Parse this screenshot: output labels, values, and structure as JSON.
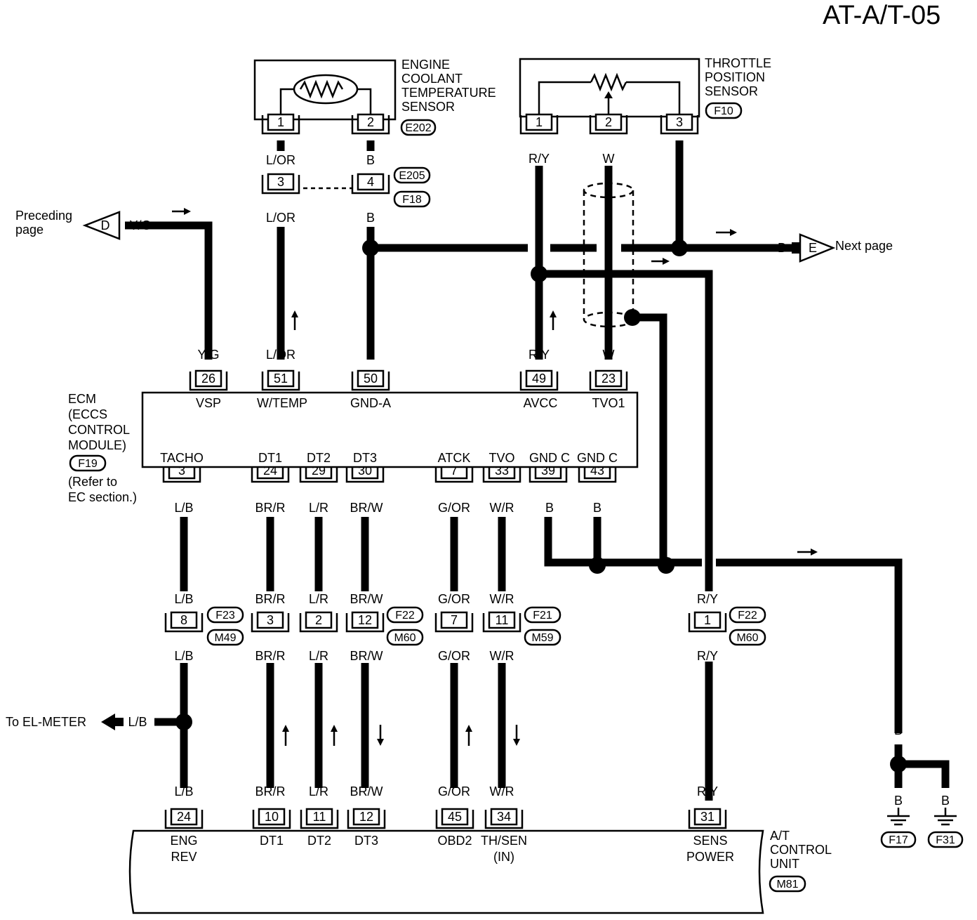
{
  "page_title": "AT-A/T-05",
  "components": {
    "ect_sensor": {
      "name": [
        "ENGINE",
        "COOLANT",
        "TEMPERATURE",
        "SENSOR"
      ],
      "connector": "E202"
    },
    "tps": {
      "name": [
        "THROTTLE",
        "POSITION",
        "SENSOR"
      ],
      "connector": "F10"
    },
    "ecm": {
      "name": [
        "ECM",
        "(ECCS",
        "CONTROL",
        "MODULE)"
      ],
      "connector": "F19",
      "note": [
        "(Refer to",
        "EC section.)"
      ]
    },
    "tcu": {
      "name": [
        "A/T",
        "CONTROL",
        "UNIT"
      ],
      "connector": "M81"
    }
  },
  "connector_ids": {
    "e205": "E205",
    "f18": "F18",
    "f23": "F23",
    "m49": "M49",
    "f22a": "F22",
    "m60a": "M60",
    "f21": "F21",
    "m59": "M59",
    "f22b": "F22",
    "m60b": "M60",
    "f17": "F17",
    "f31": "F31"
  },
  "pins": {
    "ect1": "1",
    "ect2": "2",
    "j3": "3",
    "j4": "4",
    "tps1": "1",
    "tps2": "2",
    "tps3": "3",
    "ecm26": "26",
    "ecm51": "51",
    "ecm50": "50",
    "ecm49": "49",
    "ecm23": "23",
    "ecm3": "3",
    "ecm24": "24",
    "ecm29": "29",
    "ecm30": "30",
    "ecm7": "7",
    "ecm33": "33",
    "ecm39": "39",
    "ecm43": "43",
    "m8": "8",
    "m3": "3",
    "m2": "2",
    "m12": "12",
    "m7": "7",
    "m11": "11",
    "m1": "1",
    "t24": "24",
    "t10": "10",
    "t11": "11",
    "t12": "12",
    "t45": "45",
    "t34": "34",
    "t31": "31"
  },
  "ecm_terms_top": {
    "vsp": "VSP",
    "wtemp": "W/TEMP",
    "gnda": "GND-A",
    "avcc": "AVCC",
    "tvo1": "TVO1"
  },
  "ecm_terms_bottom": {
    "tacho": "TACHO",
    "dt1": "DT1",
    "dt2": "DT2",
    "dt3": "DT3",
    "atck": "ATCK",
    "tvo": "TVO",
    "gndc1": "GND C",
    "gndc2": "GND C"
  },
  "tcu_terms": {
    "eng": "ENG",
    "rev": "REV",
    "dt1": "DT1",
    "dt2": "DT2",
    "dt3": "DT3",
    "obd2": "OBD2",
    "thsen": "TH/SEN",
    "in": "(IN)",
    "sens": "SENS",
    "power": "POWER"
  },
  "wire_colors": {
    "lor": "L/OR",
    "b": "B",
    "ry": "R/Y",
    "w": "W",
    "yg": "Y/G",
    "lb": "L/B",
    "brr": "BR/R",
    "lr": "L/R",
    "brw": "BR/W",
    "gor": "G/OR",
    "wr": "W/R"
  },
  "page_links": {
    "preceding": [
      "Preceding",
      "page"
    ],
    "prev_letter": "D",
    "next": "Next page",
    "next_letter": "E",
    "el_meter": "To EL-METER"
  }
}
